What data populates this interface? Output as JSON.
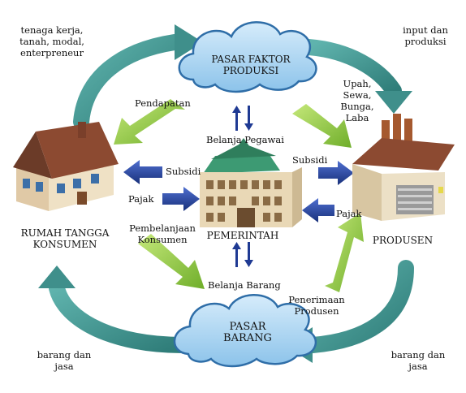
{
  "colors": {
    "teal_arrow": "#3f8f8b",
    "green_arrow": "#8cc63f",
    "blue_arrow": "#1f3a93",
    "cloud_fill": "#a9d4f2",
    "cloud_stroke": "#2f6ea8"
  },
  "nodes": {
    "factor_market": "PASAR FAKTOR\nPRODUKSI",
    "goods_market": "PASAR\nBARANG",
    "government": "PEMERINTAH",
    "households": "RUMAH TANGGA\nKONSUMEN",
    "producers": "PRODUSEN"
  },
  "flows": {
    "top_left": "tenaga kerja,\ntanah, modal,\nenterpreneur",
    "top_right": "input dan\nproduksi",
    "bottom_left": "barang dan\njasa",
    "bottom_right": "barang dan\njasa",
    "income": "Pendapatan",
    "factor_payments": "Upah,\nSewa,\nBunga,\nLaba",
    "gov_employee_spending": "Belanja Pegawai",
    "subsidy_left": "Subsidi",
    "subsidy_right": "Subsidi",
    "tax_left": "Pajak",
    "tax_right": "Pajak",
    "consumer_spending": "Pembelanjaan\nKonsumen",
    "gov_goods_spending": "Belanja Barang",
    "producer_revenue": "Penerimaan\nProdusen"
  },
  "icons": {
    "house": "house-icon",
    "factory": "factory-icon",
    "gov_building": "government-building-icon"
  }
}
